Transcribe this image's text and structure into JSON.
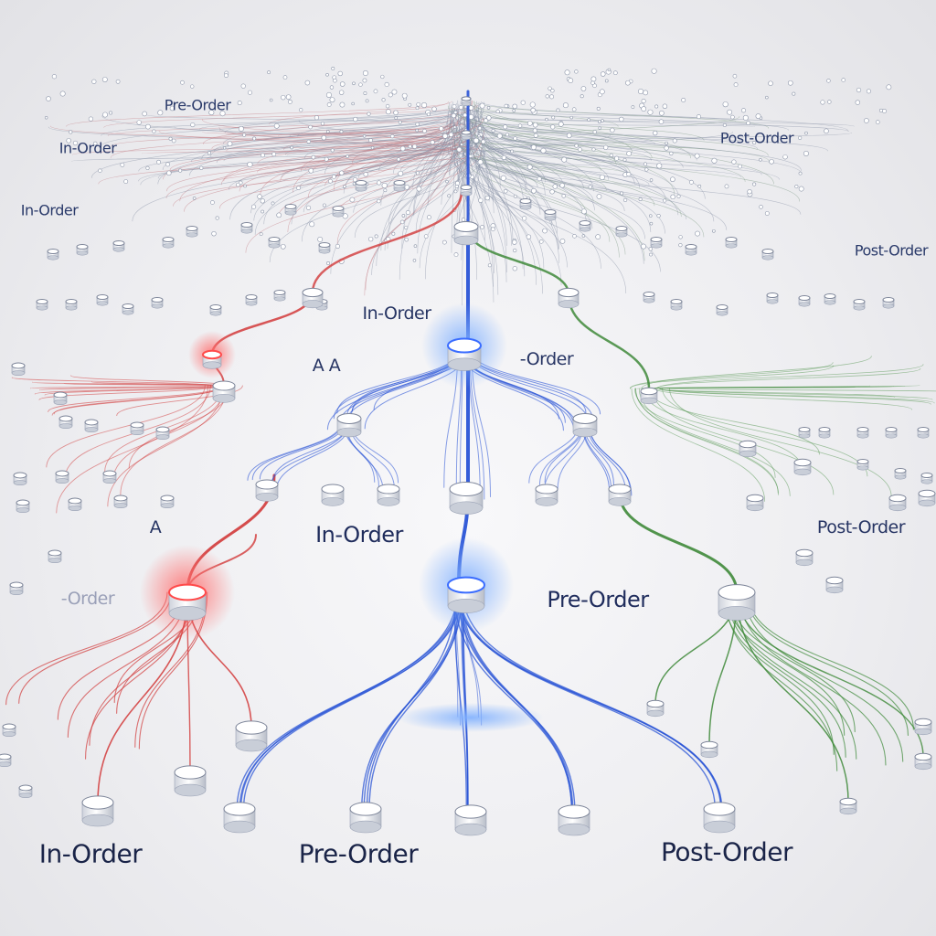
{
  "labels": {
    "pre_order_top": "Pre-Order",
    "in_order_left_top": "In-Order",
    "in_order_left_mid": "In-Order",
    "post_order_top": "Post-Order",
    "post_order_right": "Post-Order",
    "in_order_center": "In-Order",
    "fragment_aa": "A A",
    "fragment_order": "-Order",
    "in_order_blue": "In-Order",
    "fragment_a": "A",
    "fragment_left_order": "-Order",
    "post_order_green": "Post-Order",
    "pre_order_blue": "Pre-Order",
    "in_order_bottom": "In-Order",
    "pre_order_bottom": "Pre-Order",
    "post_order_bottom": "Post-Order"
  },
  "colors": {
    "red_branch": "#d23a3a",
    "blue_branch": "#2a54d6",
    "green_branch": "#3f8a3a",
    "gray_branch": "#8a93a8",
    "node_fill": "#ffffff",
    "node_stroke": "#9aa2b5",
    "label_text": "#1d2b55"
  }
}
